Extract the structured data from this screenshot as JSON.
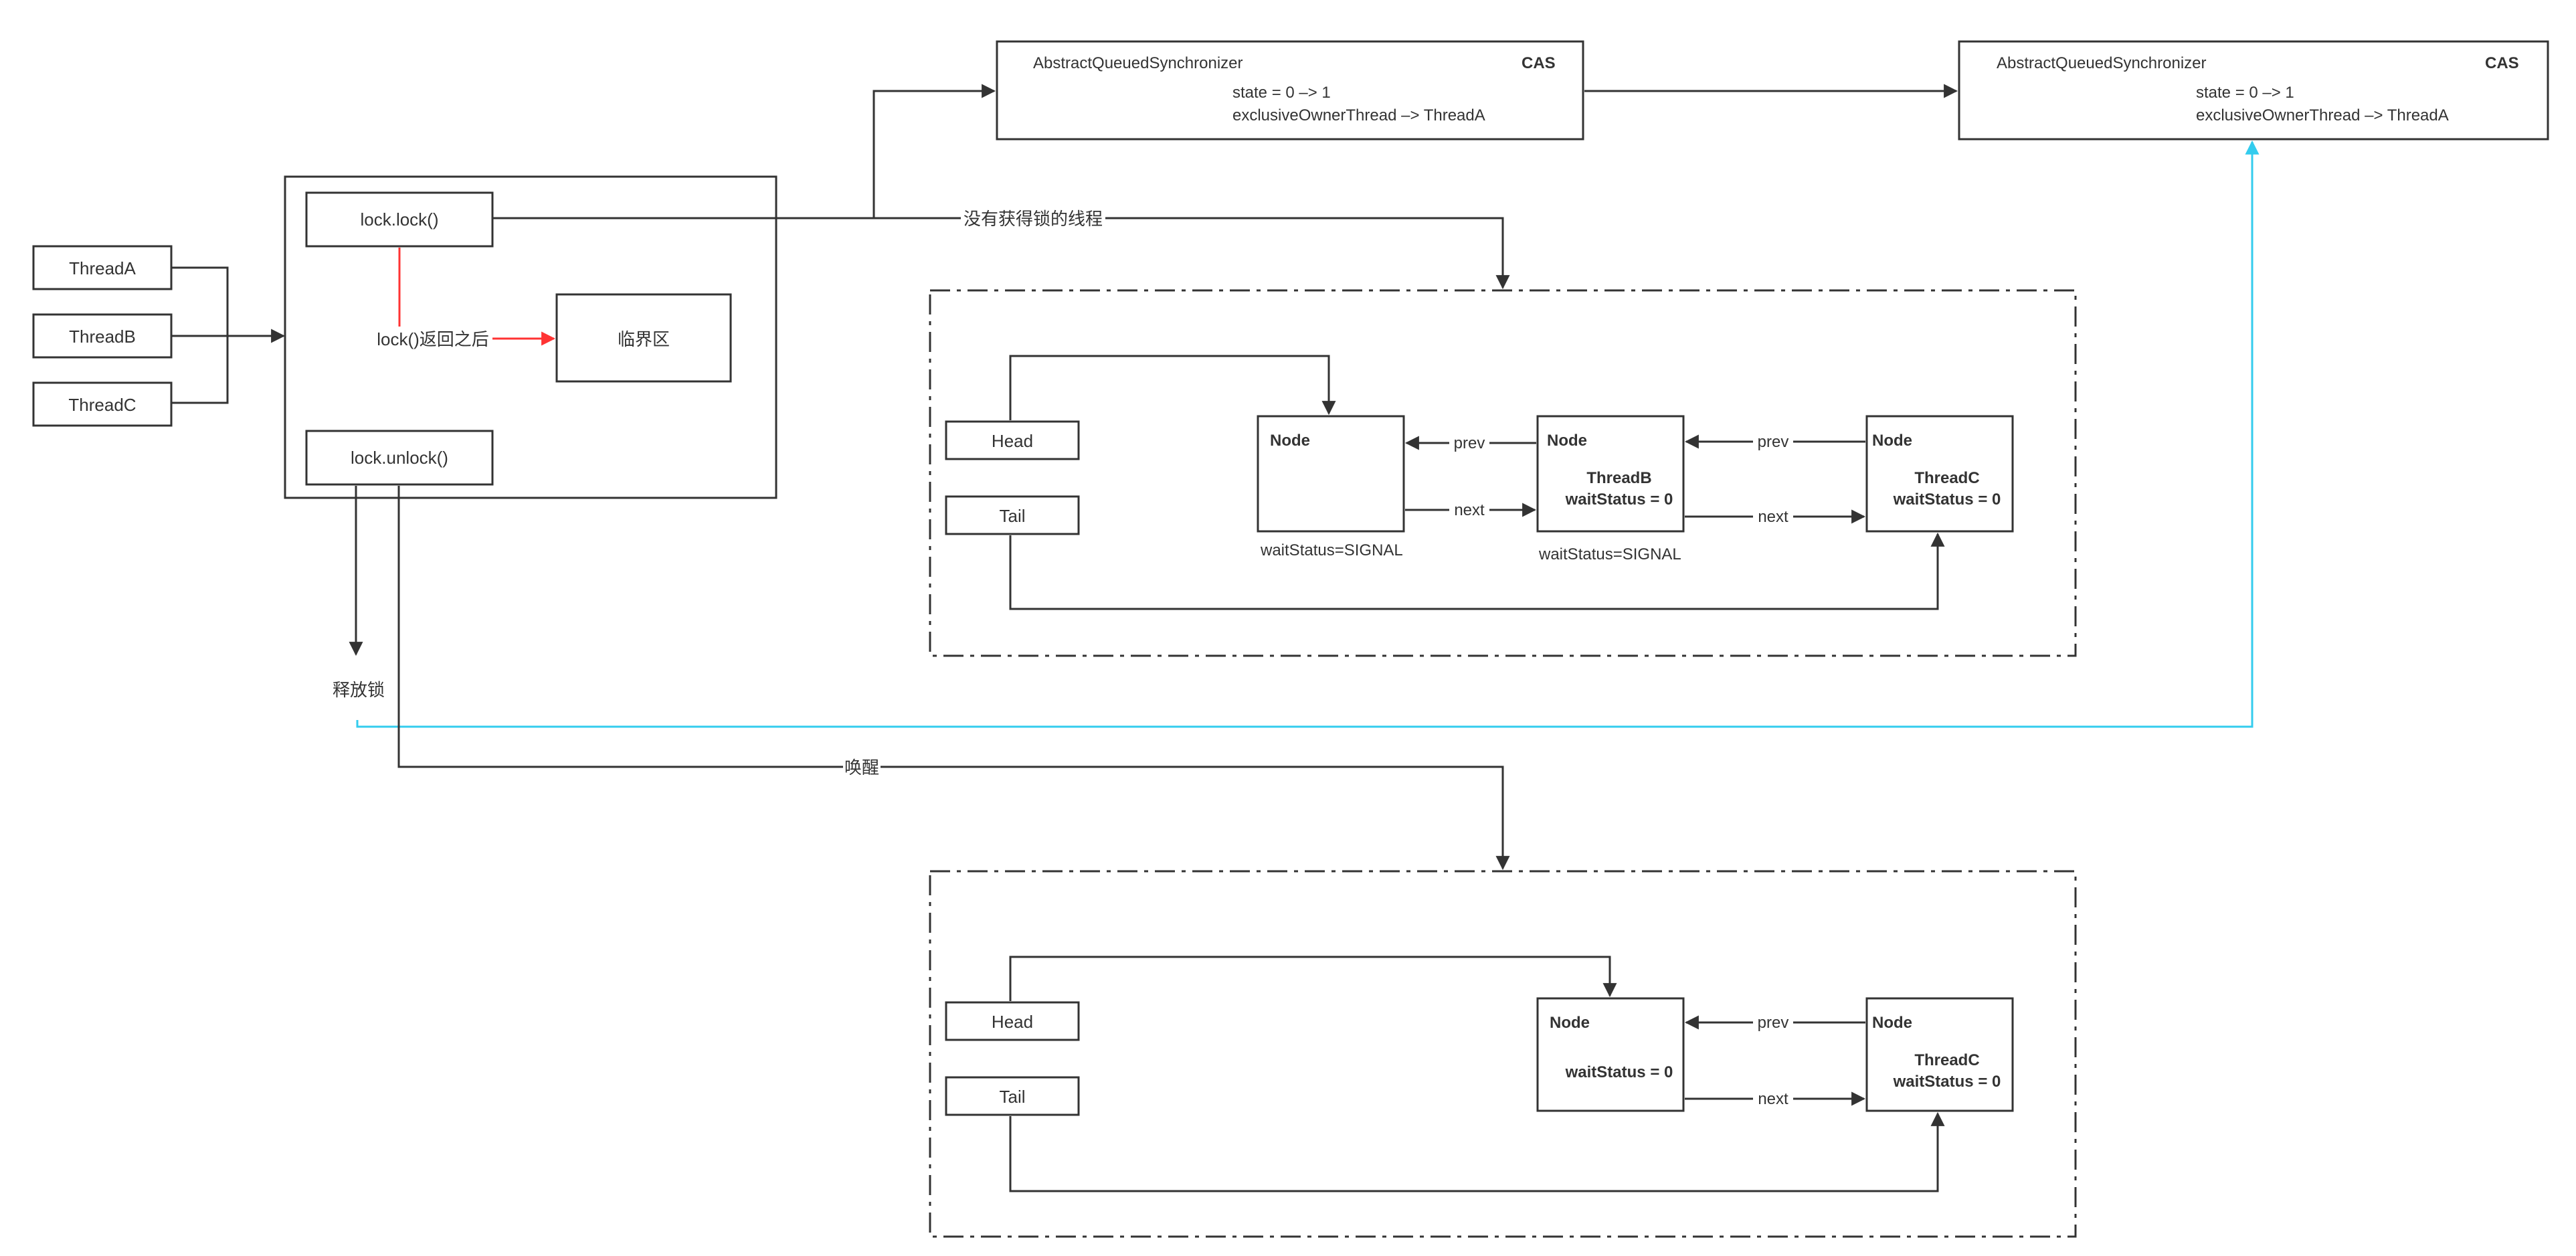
{
  "threads": [
    "ThreadA",
    "ThreadB",
    "ThreadC"
  ],
  "lock_box": {
    "lock": "lock.lock()",
    "unlock": "lock.unlock()",
    "after_lock": "lock()返回之后",
    "critical": "临界区"
  },
  "aqs1": {
    "title": "AbstractQueuedSynchronizer",
    "tag": "CAS",
    "state": "state = 0 –> 1",
    "owner": "exclusiveOwnerThread –> ThreadA"
  },
  "aqs2": {
    "title": "AbstractQueuedSynchronizer",
    "tag": "CAS",
    "state": "state = 0 –> 1",
    "owner": "exclusiveOwnerThread –> ThreadA"
  },
  "labels": {
    "no_lock": "没有获得锁的线程",
    "release": "释放锁",
    "wakeup": "唤醒"
  },
  "queue1": {
    "head": "Head",
    "tail": "Tail",
    "node1": {
      "title": "Node",
      "status": "waitStatus=SIGNAL"
    },
    "node2": {
      "title": "Node",
      "thread": "ThreadB",
      "wait": "waitStatus = 0",
      "status": "waitStatus=SIGNAL"
    },
    "node3": {
      "title": "Node",
      "thread": "ThreadC",
      "wait": "waitStatus = 0"
    },
    "prev": "prev",
    "next": "next"
  },
  "queue2": {
    "head": "Head",
    "tail": "Tail",
    "node1": {
      "title": "Node",
      "wait": "waitStatus = 0"
    },
    "node2": {
      "title": "Node",
      "thread": "ThreadC",
      "wait": "waitStatus = 0"
    },
    "prev": "prev",
    "next": "next"
  },
  "colors": {
    "line": "#333333",
    "red": "#ff3333",
    "cyan": "#33ccee"
  }
}
